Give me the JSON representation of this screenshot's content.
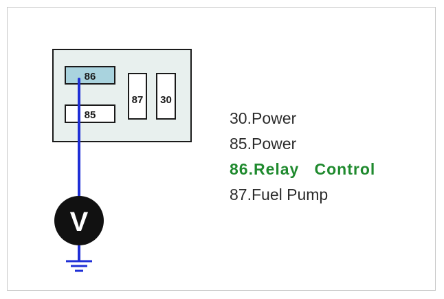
{
  "relay": {
    "pins": [
      {
        "id": "pin-86",
        "label": "86",
        "highlight": true
      },
      {
        "id": "pin-85",
        "label": "85",
        "highlight": false
      },
      {
        "id": "pin-87",
        "label": "87",
        "highlight": false
      },
      {
        "id": "pin-30",
        "label": "30",
        "highlight": false
      }
    ]
  },
  "meter": {
    "label": "V"
  },
  "legend": [
    {
      "text": "30.Power",
      "highlight": false
    },
    {
      "text": "85.Power",
      "highlight": false
    },
    {
      "text": "86.Relay   Control",
      "highlight": true
    },
    {
      "text": "87.Fuel Pump",
      "highlight": false
    }
  ],
  "colors": {
    "wire": "#1f2fd6",
    "highlight_pin_fill": "#a9d3de",
    "relay_fill": "#e8f0ee",
    "legend_highlight": "#1f8a2e"
  }
}
